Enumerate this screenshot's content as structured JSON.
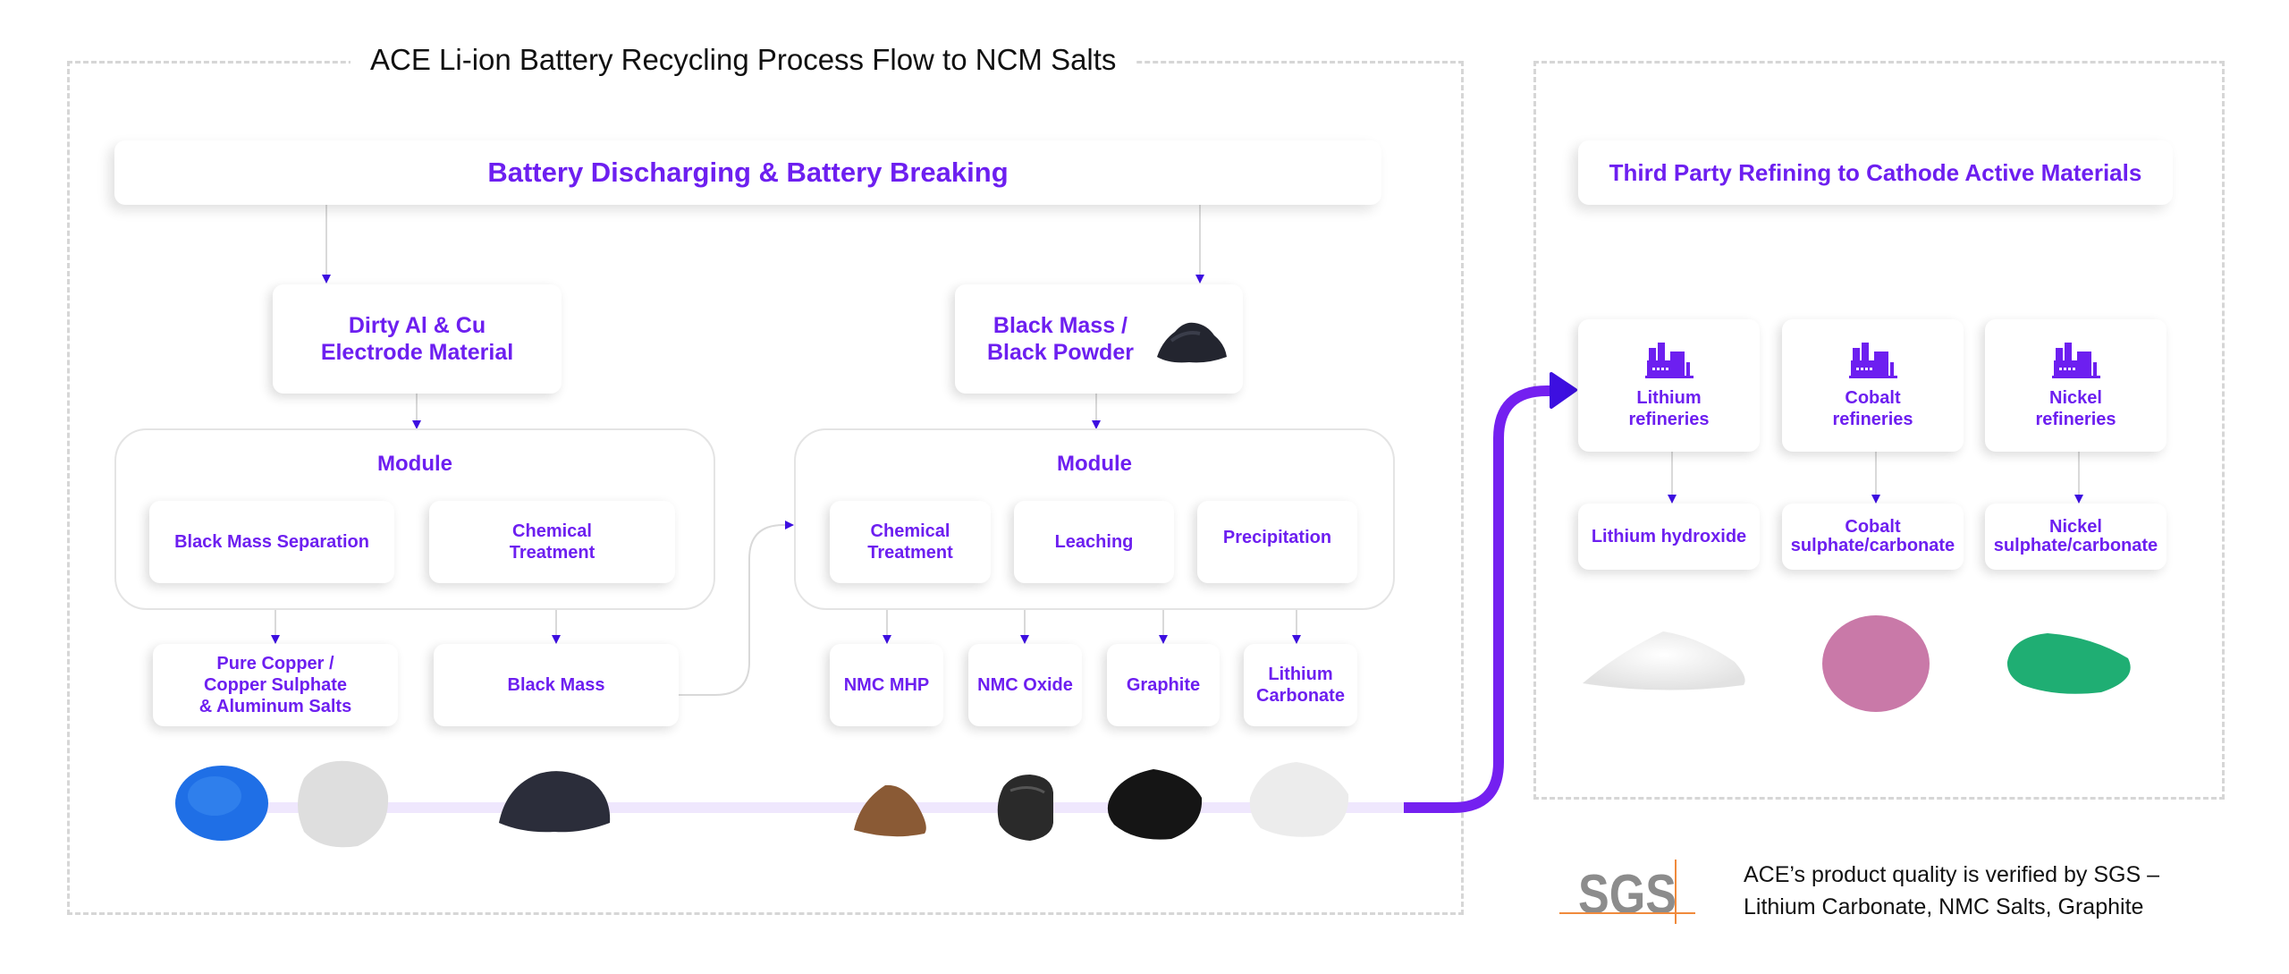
{
  "title": "ACE Li-ion Battery Recycling Process Flow to NCM Salts",
  "left_section": {
    "header": "Battery Discharging & Battery Breaking",
    "branch_left": {
      "input": [
        "Dirty Al & Cu",
        "Electrode Material"
      ],
      "module_title": "Module",
      "steps": [
        "Black Mass Separation",
        "Chemical Treatment"
      ],
      "outputs": [
        {
          "label": [
            "Pure Copper /",
            "Copper Sulphate",
            "& Aluminum Salts"
          ]
        },
        {
          "label": [
            "Black Mass"
          ]
        }
      ]
    },
    "branch_right": {
      "input": [
        "Black Mass /",
        "Black Powder"
      ],
      "input_icon": "black-powder-image",
      "module_title": "Module",
      "steps": [
        "Chemical Treatment",
        "Leaching",
        "Precipitation"
      ],
      "outputs": [
        {
          "label": [
            "NMC MHP"
          ]
        },
        {
          "label": [
            "NMC Oxide"
          ]
        },
        {
          "label": [
            "Graphite"
          ]
        },
        {
          "label": [
            "Lithium",
            "Carbonate"
          ]
        }
      ]
    },
    "product_samples": [
      {
        "name": "copper-sulphate-powder",
        "color": "#1f6fe6"
      },
      {
        "name": "aluminum-salts-powder",
        "color": "#dcdcdc"
      },
      {
        "name": "black-mass-powder",
        "color": "#2b2d3a"
      },
      {
        "name": "nmc-mhp-powder",
        "color": "#8a5a35"
      },
      {
        "name": "nmc-oxide-chunk",
        "color": "#2a2a2a"
      },
      {
        "name": "graphite-powder",
        "color": "#151515"
      },
      {
        "name": "lithium-carbonate-powder",
        "color": "#ececec"
      }
    ]
  },
  "right_section": {
    "header": "Third Party Refining to Cathode Active Materials",
    "refineries": [
      {
        "name": [
          "Lithium",
          "refineries"
        ],
        "icon": "factory-icon",
        "product": [
          "Lithium hydroxide"
        ],
        "sample_color": "#eeeeee"
      },
      {
        "name": [
          "Cobalt",
          "refineries"
        ],
        "icon": "factory-icon",
        "product": [
          "Cobalt",
          "sulphate/carbonate"
        ],
        "sample_color": "#c979a8"
      },
      {
        "name": [
          "Nickel",
          "refineries"
        ],
        "icon": "factory-icon",
        "product": [
          "Nickel",
          "sulphate/carbonate"
        ],
        "sample_color": "#1fae73"
      }
    ]
  },
  "certification": {
    "logo": "SGS",
    "line1": "ACE’s product quality is verified by SGS –",
    "line2": "Lithium Carbonate, NMC Salts, Graphite"
  },
  "colors": {
    "accent": "#6d1ff0",
    "arrow_head": "#3d0fe0",
    "connector": "#d9d9d9",
    "flow_track": "#efe7fd",
    "sgs_gray": "#8c8c8c",
    "sgs_orange": "#f08a3c"
  }
}
